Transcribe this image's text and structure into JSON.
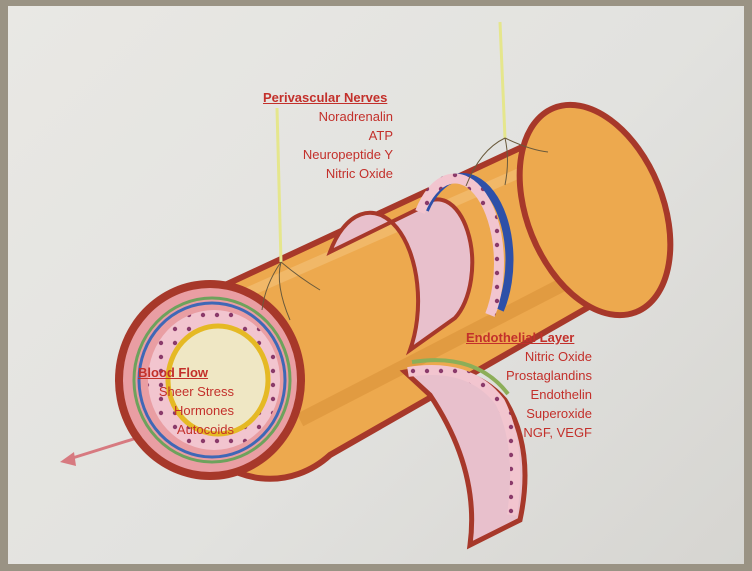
{
  "perivascular_nerves": {
    "heading": "Perivascular Nerves",
    "items": [
      "Noradrenalin",
      "ATP",
      "Neuropeptide Y",
      "Nitric Oxide"
    ]
  },
  "blood_flow": {
    "heading": "Blood Flow",
    "items": [
      "Sheer Stress",
      "Hormones",
      "Autocoids"
    ]
  },
  "endothelial_layer": {
    "heading": "Endothelial Layer",
    "items": [
      "Nitric Oxide",
      "Prostaglandins",
      "Endothelin",
      "Superoxide",
      "NGF, VEGF"
    ]
  },
  "colors": {
    "label_red": "#c3302b",
    "vessel_orange": "#eda94e",
    "vessel_outline": "#a7382a",
    "endothelium_pink": "#f2c5cf",
    "cut_face": "#e8c0cc",
    "nerve_yellow": "#e5e68c"
  }
}
